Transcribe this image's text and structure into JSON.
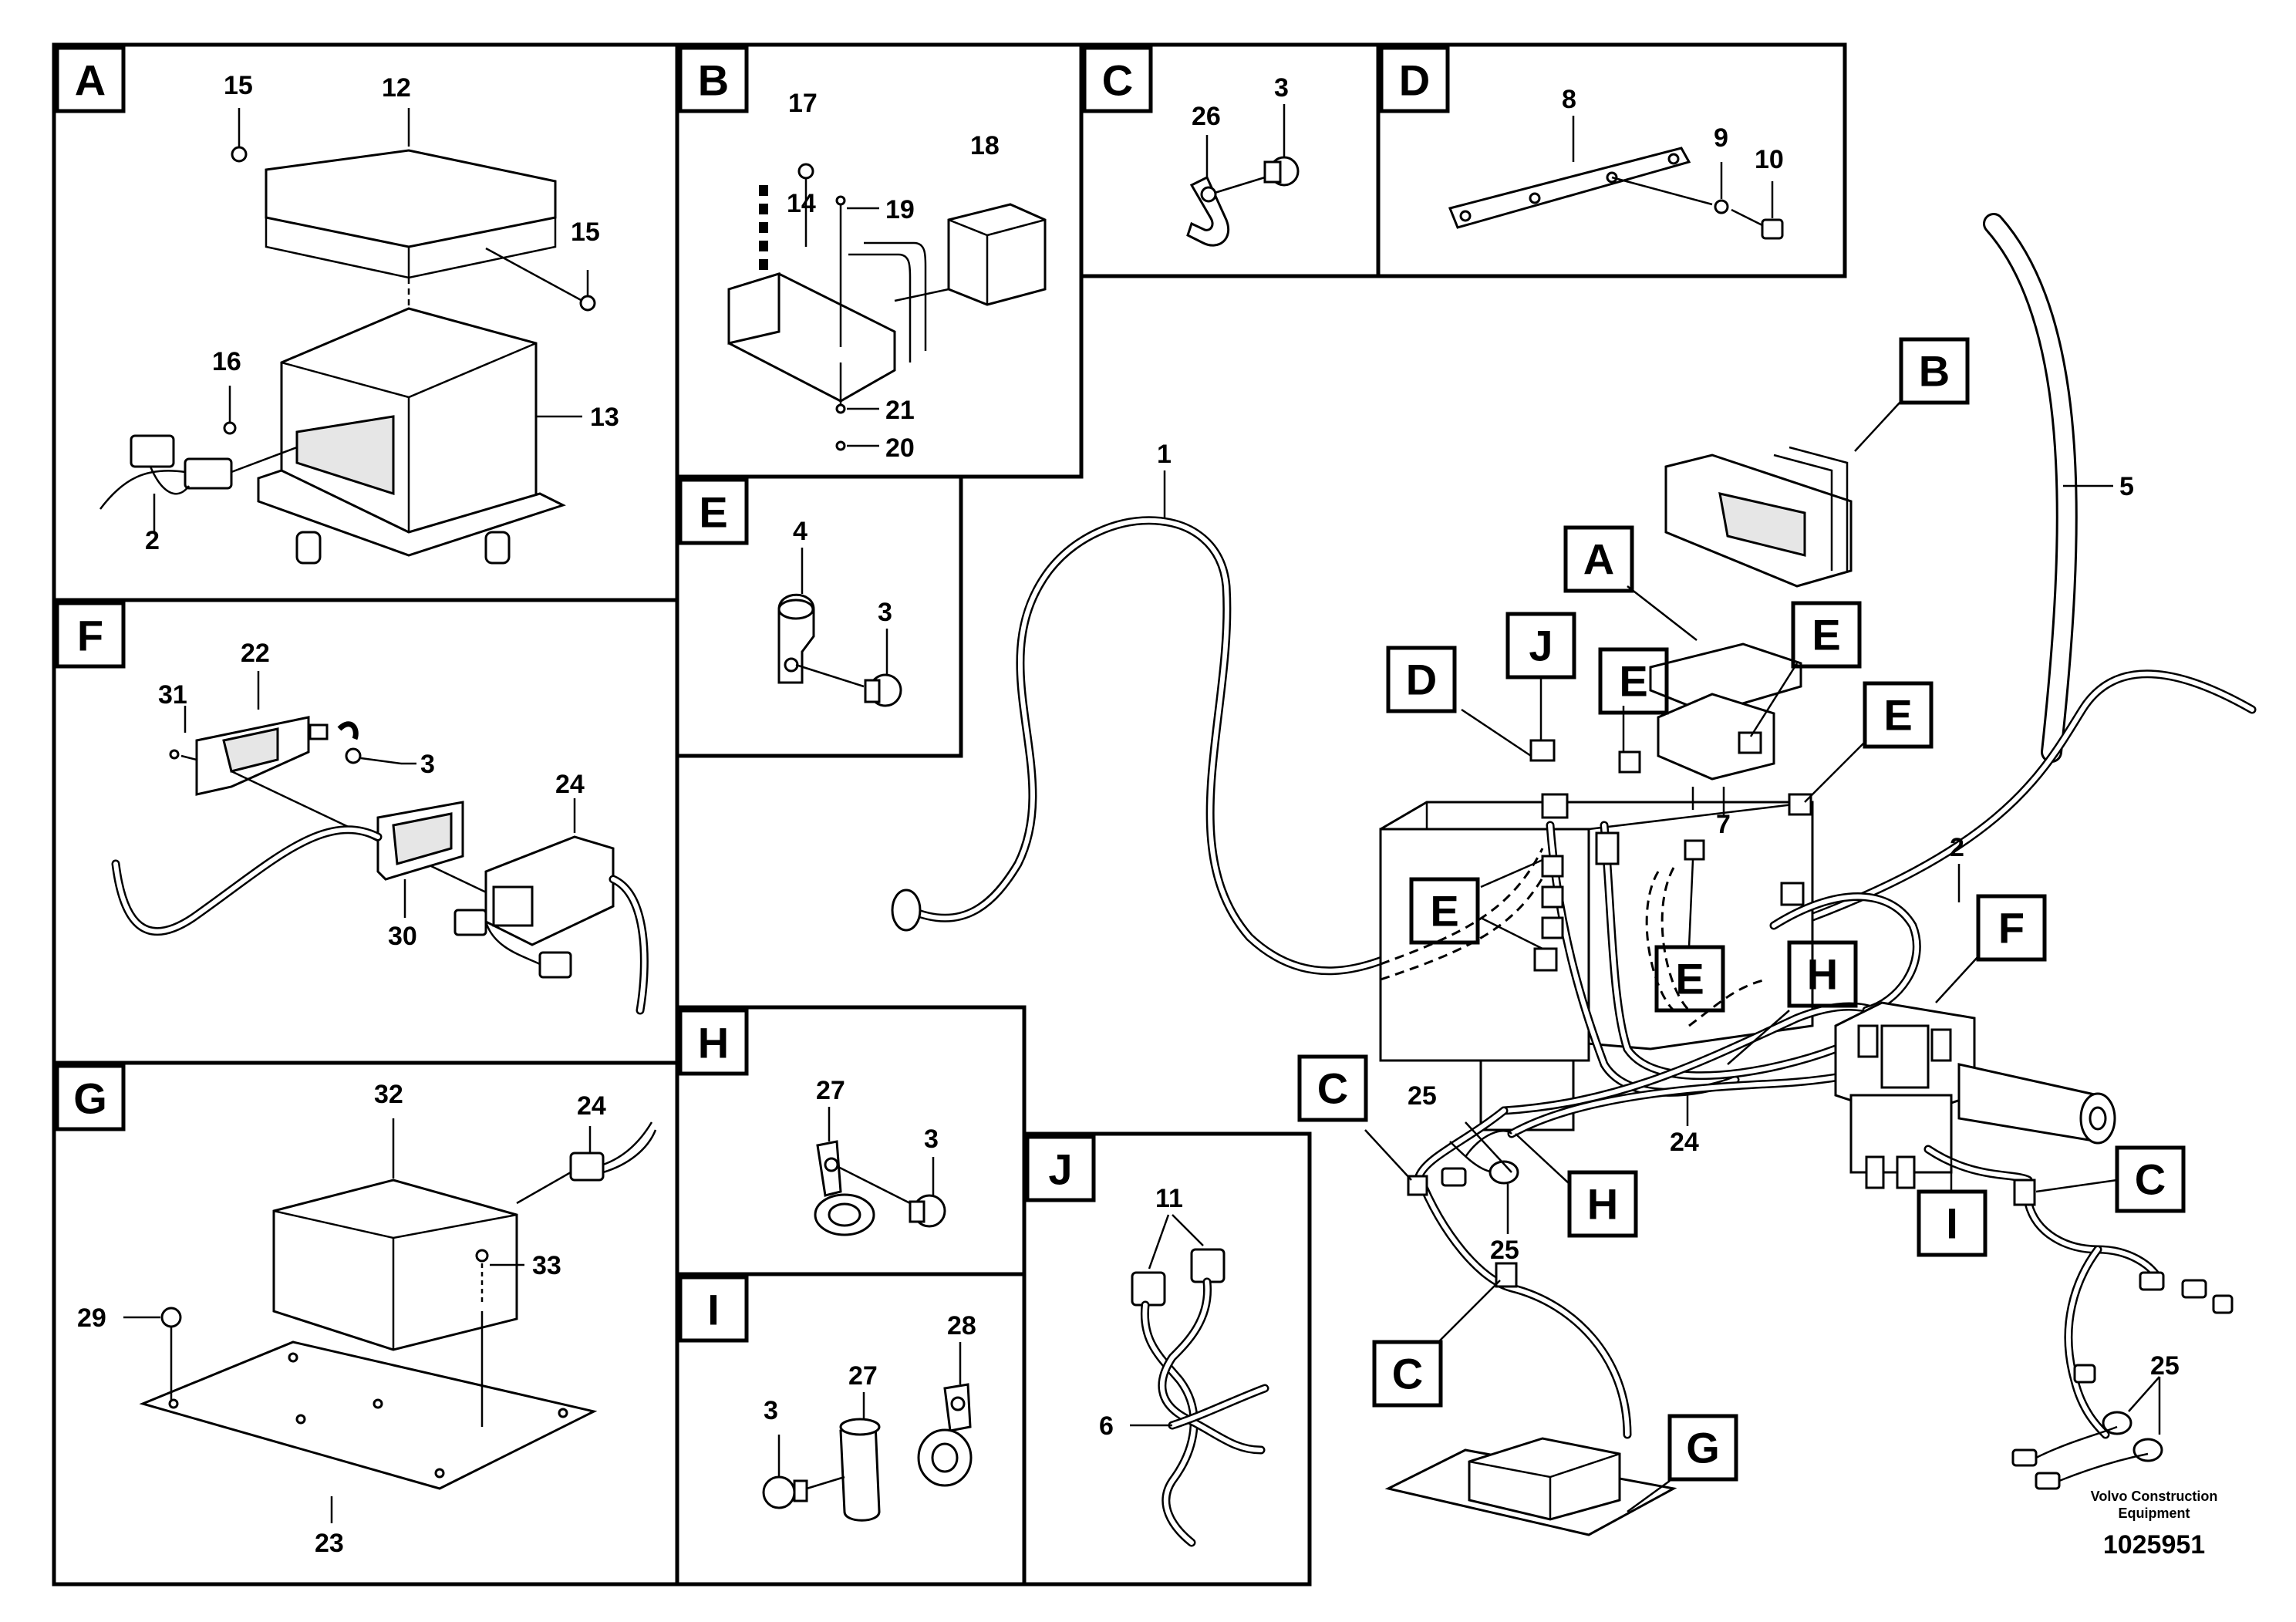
{
  "panels": {
    "A": {
      "letter": "A",
      "labels": [
        "15",
        "12",
        "15",
        "16",
        "13",
        "2"
      ]
    },
    "B": {
      "letter": "B",
      "labels": [
        "17",
        "18",
        "14",
        "19",
        "21",
        "20"
      ]
    },
    "C": {
      "letter": "C",
      "labels": [
        "26",
        "3"
      ]
    },
    "D": {
      "letter": "D",
      "labels": [
        "8",
        "9",
        "10"
      ]
    },
    "E": {
      "letter": "E",
      "labels": [
        "4",
        "3"
      ]
    },
    "F": {
      "letter": "F",
      "labels": [
        "22",
        "31",
        "3",
        "24",
        "30"
      ]
    },
    "G": {
      "letter": "G",
      "labels": [
        "32",
        "24",
        "33",
        "29",
        "23"
      ]
    },
    "H": {
      "letter": "H",
      "labels": [
        "27",
        "3"
      ]
    },
    "I": {
      "letter": "I",
      "labels": [
        "28",
        "27",
        "3"
      ]
    },
    "J": {
      "letter": "J",
      "labels": [
        "11",
        "6"
      ]
    }
  },
  "main": {
    "callouts": [
      "B",
      "A",
      "D",
      "J",
      "E",
      "E",
      "E",
      "E",
      "E",
      "F",
      "H",
      "C",
      "H",
      "C",
      "I",
      "C",
      "G"
    ],
    "labels": [
      "1",
      "5",
      "7",
      "2",
      "25",
      "24",
      "25",
      "25"
    ]
  },
  "footer": {
    "brand_line1": "Volvo Construction",
    "brand_line2": "Equipment",
    "doc_number": "1025951"
  }
}
